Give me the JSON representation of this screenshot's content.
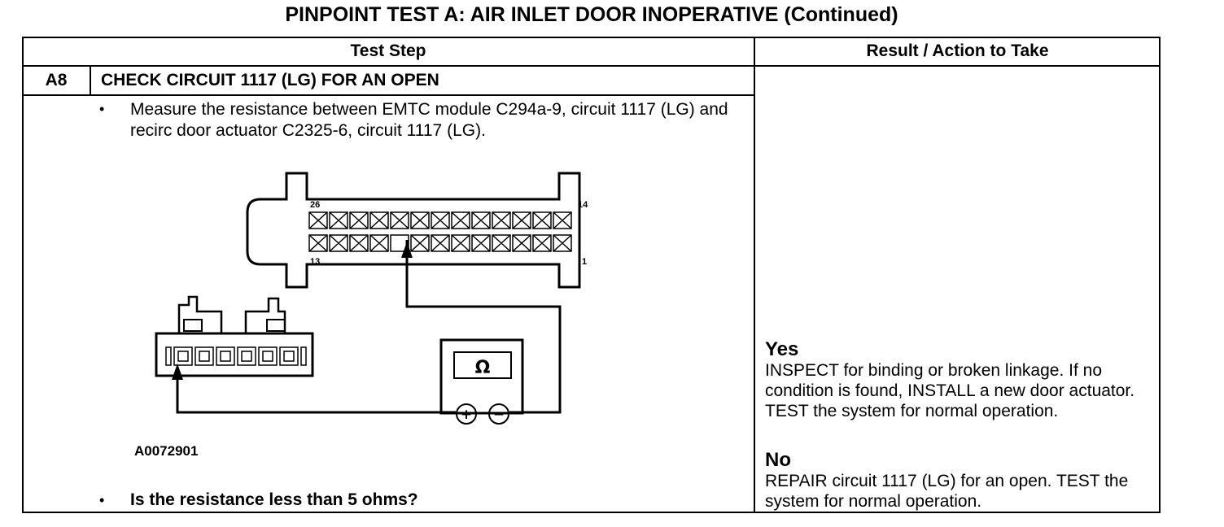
{
  "title": "PINPOINT TEST  A: AIR INLET DOOR INOPERATIVE (Continued)",
  "table": {
    "header_step": "Test Step",
    "header_result": "Result / Action to Take"
  },
  "step": {
    "number": "A8",
    "title": "CHECK CIRCUIT 1117 (LG) FOR AN OPEN",
    "bullet": "•",
    "instruction": "Measure the resistance between EMTC module C294a-9, circuit 1117 (LG) and recirc door actuator C2325-6, circuit 1117 (LG).",
    "question": "Is the resistance less than 5 ohms?"
  },
  "figure": {
    "id": "A0072901",
    "pin_top_left": "26",
    "pin_top_right": "14",
    "pin_bottom_left": "13",
    "pin_bottom_right": "1",
    "meter_symbol": "Ω",
    "meter_plus": "+",
    "meter_minus": "−"
  },
  "results": {
    "yes_label": "Yes",
    "yes_text": "INSPECT for binding or broken linkage. If no condition is found, INSTALL a new door actuator. TEST the system for normal operation.",
    "no_label": "No",
    "no_text": "REPAIR circuit 1117 (LG) for an open. TEST the system for normal operation."
  }
}
